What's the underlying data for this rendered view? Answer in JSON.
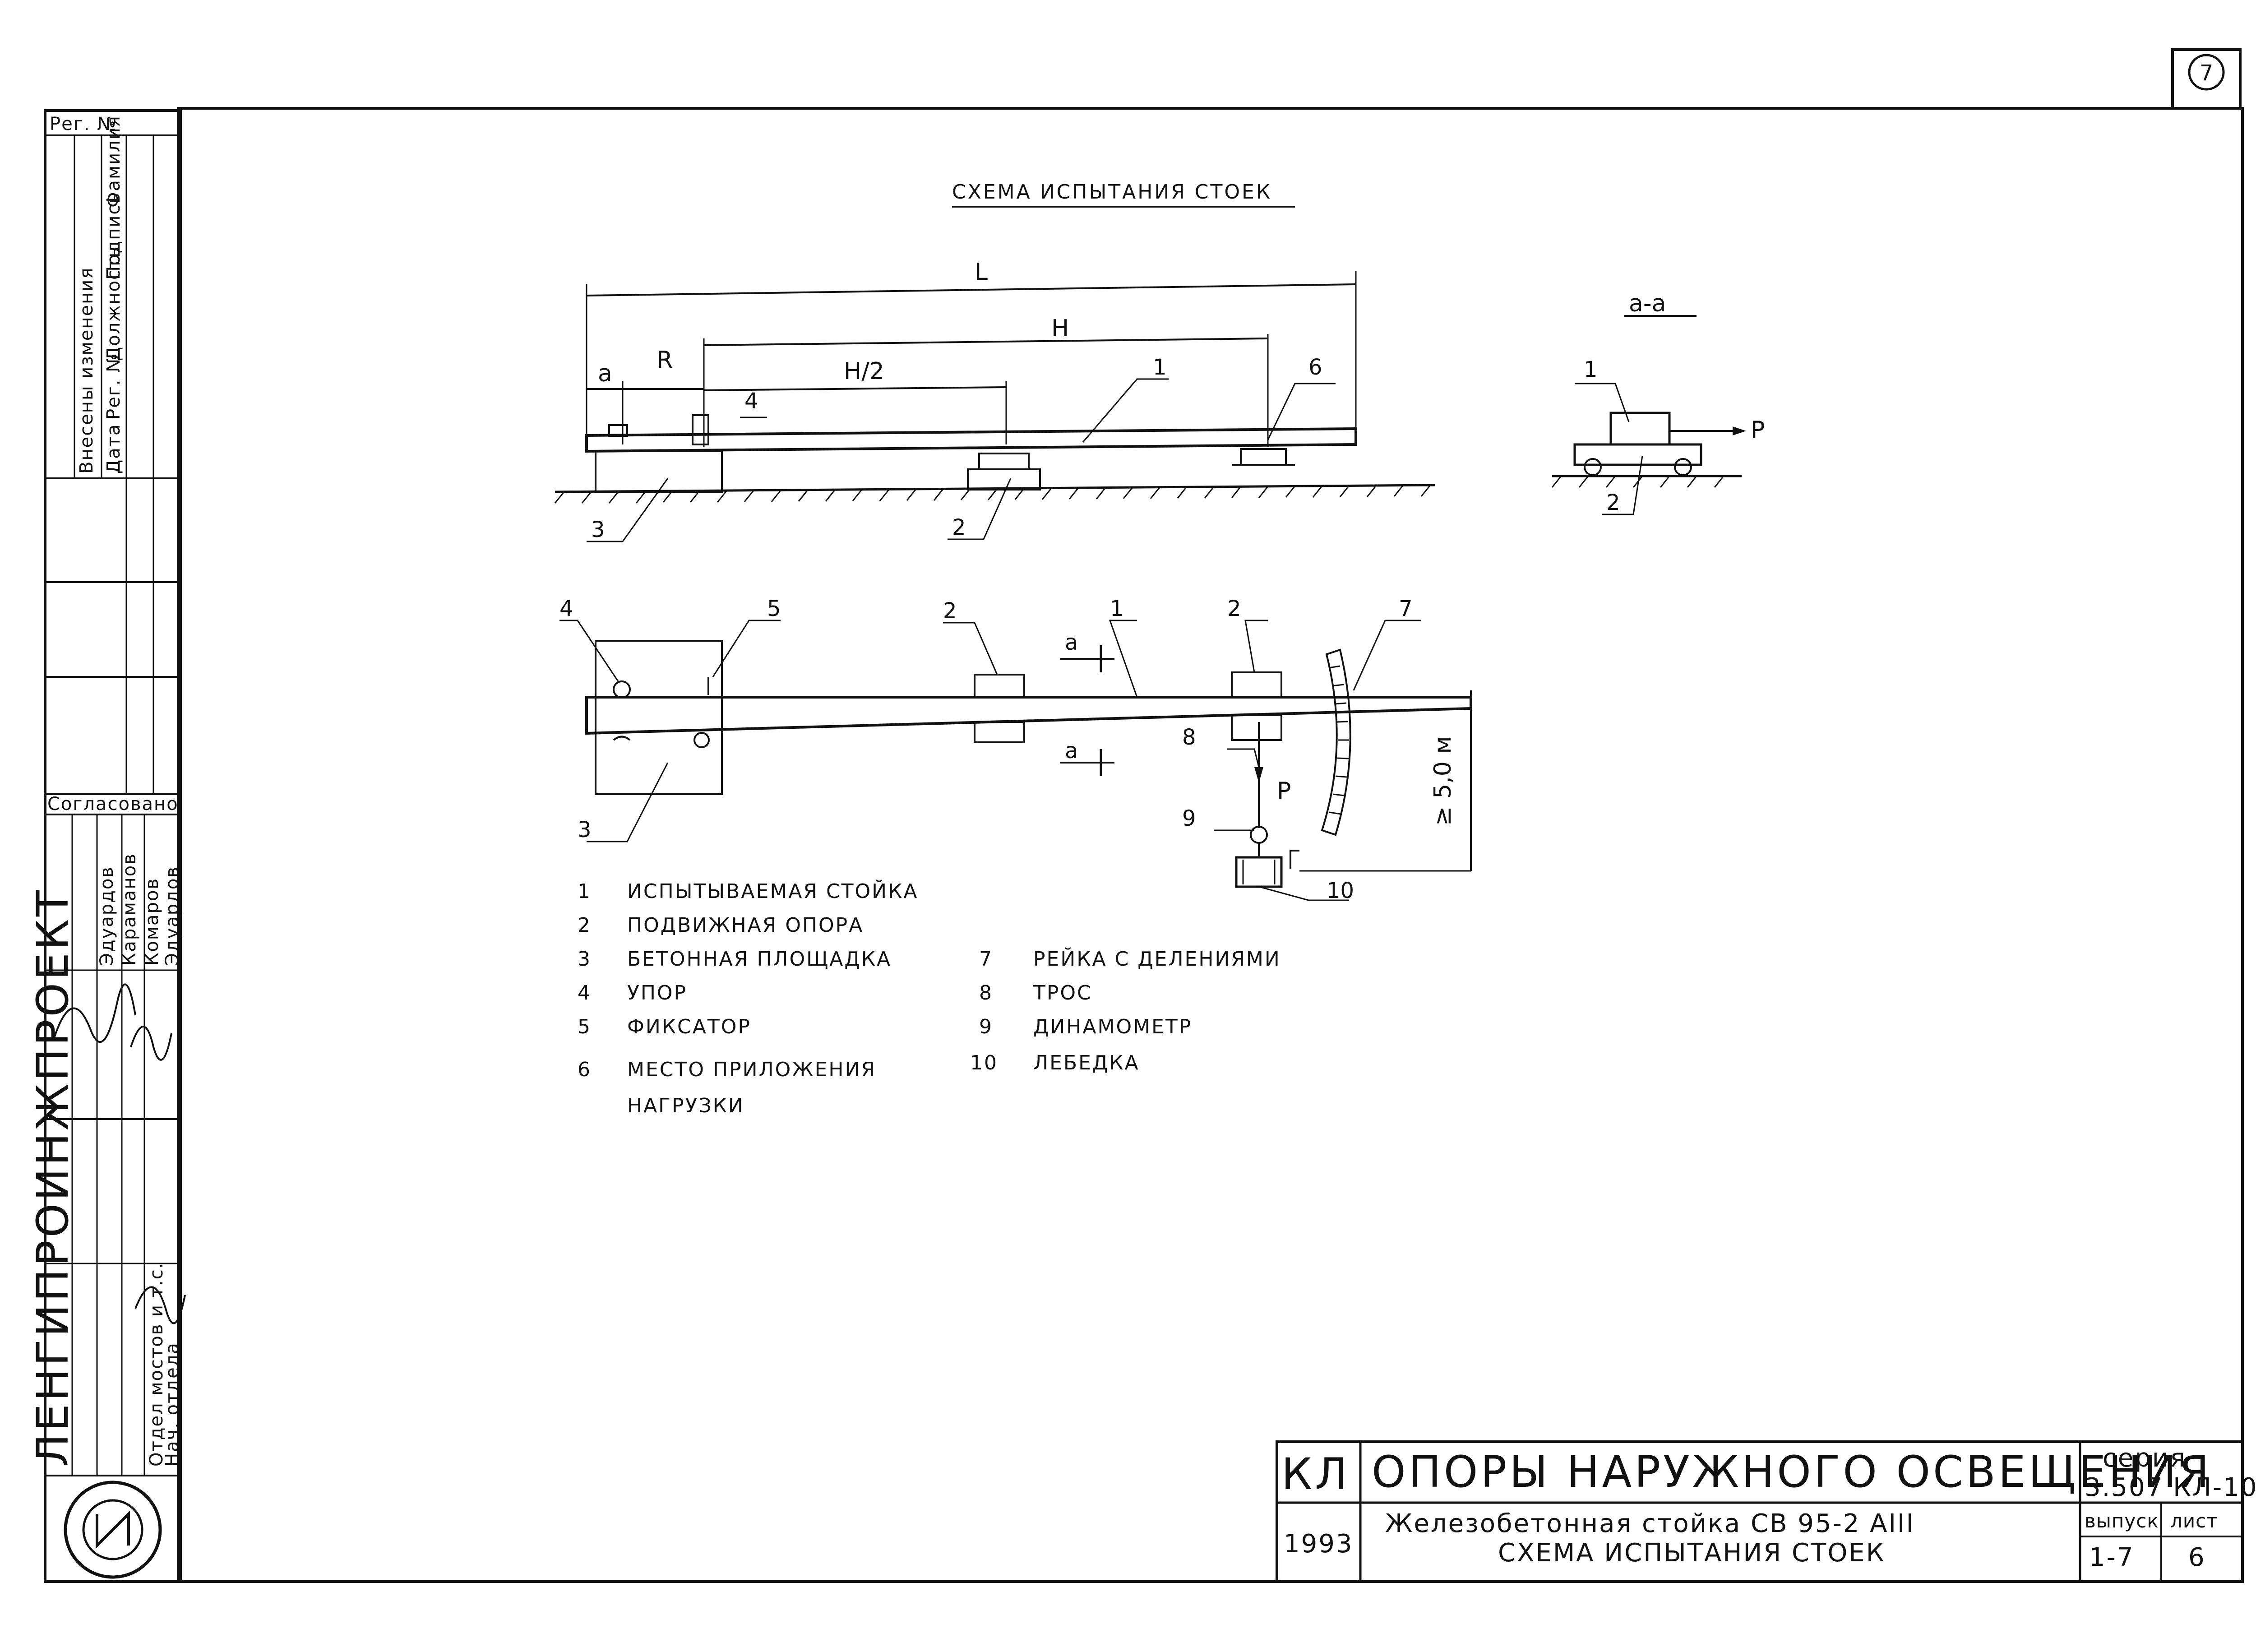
{
  "sheet_marker": "7",
  "scheme_title": "СХЕМА ИСПЫТАНИЯ СТОЕК",
  "section_label": "а-а",
  "dims": {
    "L": "L",
    "H": "H",
    "H_half": "H/2",
    "a": "а",
    "R": "R"
  },
  "height_dim": "≥ 5,0 м",
  "force_label": "Р",
  "callouts": {
    "n1": "1",
    "n2": "2",
    "n3": "3",
    "n4": "4",
    "n5": "5",
    "n6": "6",
    "n7": "7",
    "n8": "8",
    "n9": "9",
    "n10": "10"
  },
  "section_marks": {
    "top": "а",
    "bottom": "а"
  },
  "legend": [
    {
      "num": "1",
      "text": "ИСПЫТЫВАЕМАЯ СТОЙКА"
    },
    {
      "num": "2",
      "text": "ПОДВИЖНАЯ ОПОРА"
    },
    {
      "num": "3",
      "text": "БЕТОННАЯ ПЛОЩАДКА"
    },
    {
      "num": "4",
      "text": "УПОР"
    },
    {
      "num": "5",
      "text": "ФИКСАТОР"
    },
    {
      "num": "6",
      "text": "МЕСТО ПРИЛОЖЕНИЯ"
    },
    {
      "num": "",
      "text": "НАГРУЗКИ"
    },
    {
      "num": "7",
      "text": "РЕЙКА С ДЕЛЕНИЯМИ"
    },
    {
      "num": "8",
      "text": "ТРОС"
    },
    {
      "num": "9",
      "text": "ДИНАМОМЕТР"
    },
    {
      "num": "10",
      "text": "ЛЕБЕДКА"
    }
  ],
  "title_block": {
    "code": "КЛ",
    "year": "1993",
    "main_title": "ОПОРЫ НАРУЖНОГО ОСВЕЩЕНИЯ",
    "subtitle1": "Железобетонная стойка СВ 95-2 АIII",
    "subtitle2": "СХЕМА ИСПЫТАНИЯ СТОЕК",
    "series_label": "серия",
    "series_value": "3.507 КЛ-10",
    "issue_label": "выпуск",
    "issue_value": "1-7",
    "sheet_label": "лист",
    "sheet_value": "6"
  },
  "side_block": {
    "reg_label": "Рег. №",
    "changes_label": "Внесены изменения",
    "col_date": "Дата",
    "col_reg": "Рег. №",
    "col_pos": "Должность",
    "col_sign": "Подпись",
    "col_name": "Фамилия",
    "agreed_label": "Согласовано",
    "org_name": "ЛЕНГИПРОИНЖПРОЕКТ",
    "dept": "Отдел мостов и т.с.",
    "head_dept": "Нач. отдела",
    "names": [
      "Эдуардов",
      "Караманов",
      "Комаров",
      "Эдуардов"
    ]
  }
}
